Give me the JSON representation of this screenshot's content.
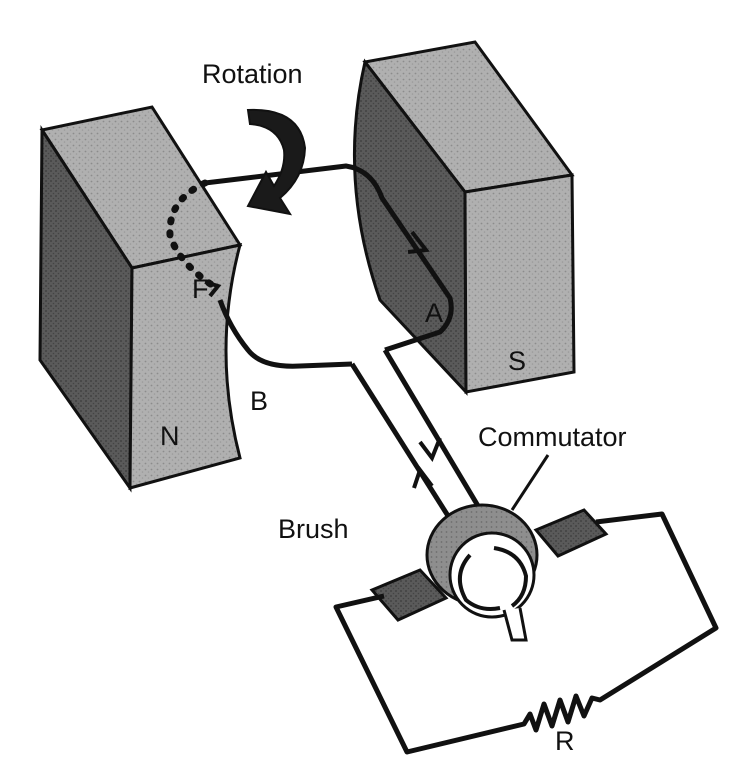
{
  "labels": {
    "rotation": "Rotation",
    "commutator": "Commutator",
    "brush": "Brush",
    "resistor": "R",
    "pole_north": "N",
    "pole_south": "S",
    "point_b": "B",
    "point_a": "A",
    "point_f": "F"
  },
  "colors": {
    "background": "#ffffff",
    "ink": "#111111",
    "magnet_dark": "#4a4a4a",
    "magnet_mid": "#8a8a8a",
    "magnet_light": "#b9b9b9",
    "brush_fill": "#555555",
    "commutator_fill": "#7a7a7a"
  }
}
